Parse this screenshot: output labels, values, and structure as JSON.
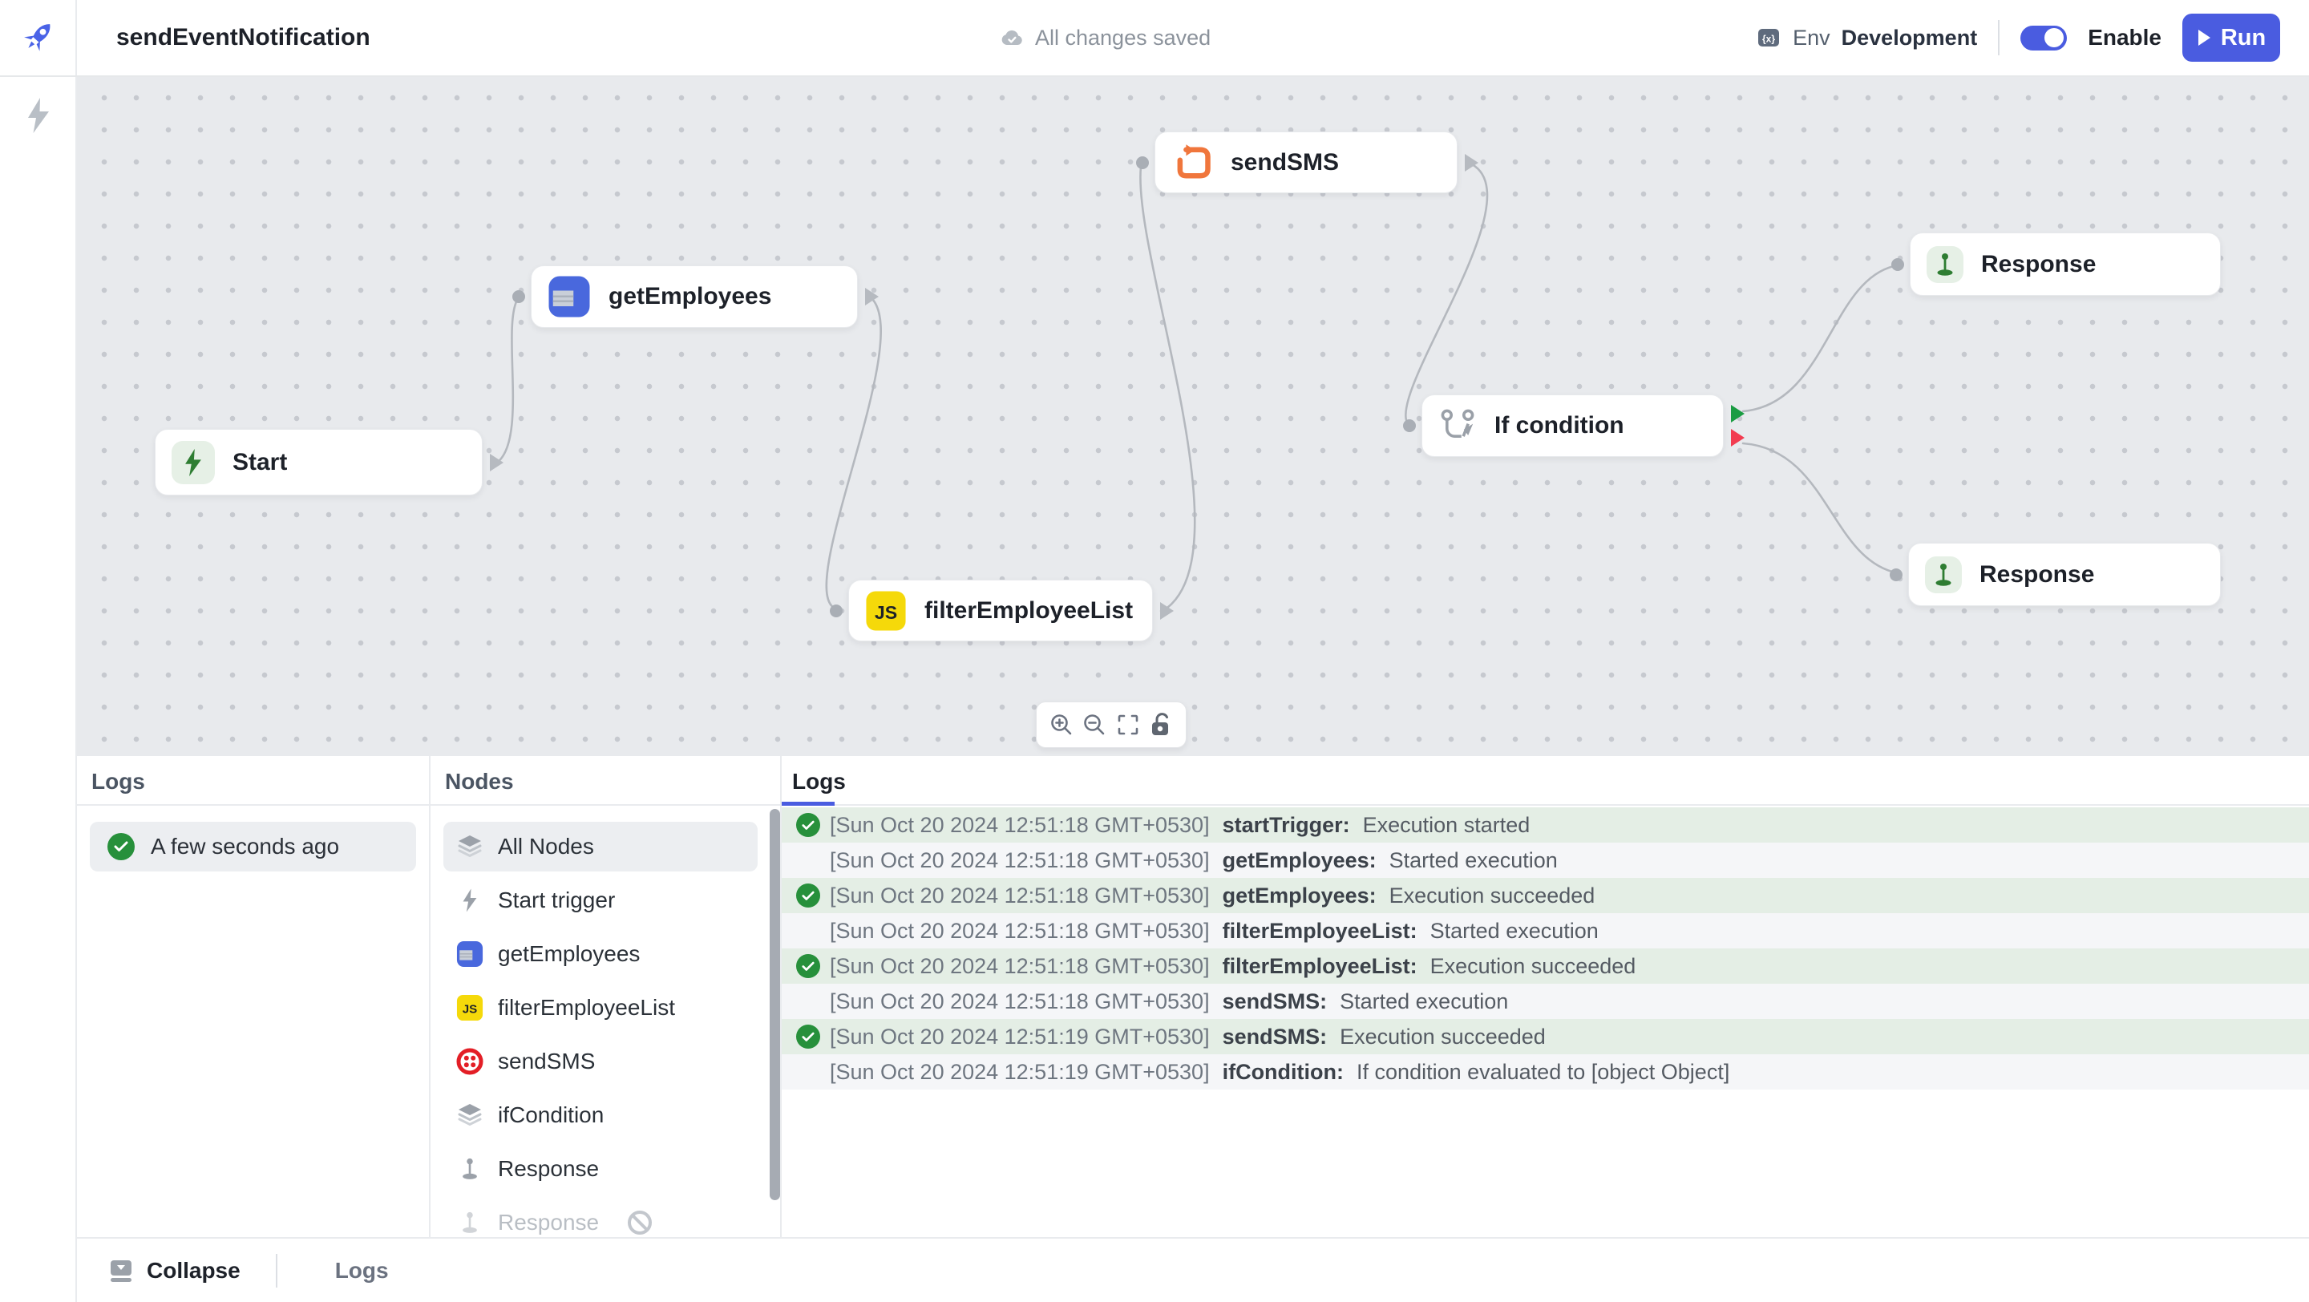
{
  "colors": {
    "accent_blue": "#4a5ce0",
    "success_green": "#27903b",
    "branch_true_green": "#1a9c42",
    "branch_false_red": "#f23c50",
    "twilio_red": "#e31e26",
    "js_yellow": "#f5d90a",
    "loop_orange": "#f0763c",
    "table_blue": "#4968dd",
    "log_success_bg": "#e4eee5",
    "log_info_bg": "#f5f6f8"
  },
  "header": {
    "title": "sendEventNotification",
    "save_status": "All changes saved",
    "env_label": "Env",
    "env_value": "Development",
    "enable_label": "Enable",
    "run_label": "Run"
  },
  "canvas": {
    "nodes": {
      "start": "Start",
      "get_employees": "getEmployees",
      "send_sms": "sendSMS",
      "filter_employee_list": "filterEmployeeList",
      "if_condition": "If condition",
      "response_true": "Response",
      "response_false": "Response"
    }
  },
  "runs_panel": {
    "header": "Logs",
    "latest_run": "A few seconds ago"
  },
  "nodes_panel": {
    "header": "Nodes",
    "items": [
      {
        "label": "All Nodes",
        "icon": "layers"
      },
      {
        "label": "Start trigger",
        "icon": "bolt"
      },
      {
        "label": "getEmployees",
        "icon": "table"
      },
      {
        "label": "filterEmployeeList",
        "icon": "js"
      },
      {
        "label": "sendSMS",
        "icon": "twilio"
      },
      {
        "label": "ifCondition",
        "icon": "layers"
      },
      {
        "label": "Response",
        "icon": "pin"
      },
      {
        "label": "Response",
        "icon": "pin-disabled"
      }
    ]
  },
  "logs_panel": {
    "tab": "Logs",
    "rows": [
      {
        "status": "success",
        "timestamp": "[Sun Oct 20 2024 12:51:18 GMT+0530]",
        "source": "startTrigger:",
        "message": "Execution started"
      },
      {
        "status": "info",
        "timestamp": "[Sun Oct 20 2024 12:51:18 GMT+0530]",
        "source": "getEmployees:",
        "message": "Started execution"
      },
      {
        "status": "success",
        "timestamp": "[Sun Oct 20 2024 12:51:18 GMT+0530]",
        "source": "getEmployees:",
        "message": "Execution succeeded"
      },
      {
        "status": "info",
        "timestamp": "[Sun Oct 20 2024 12:51:18 GMT+0530]",
        "source": "filterEmployeeList:",
        "message": "Started execution"
      },
      {
        "status": "success",
        "timestamp": "[Sun Oct 20 2024 12:51:18 GMT+0530]",
        "source": "filterEmployeeList:",
        "message": "Execution succeeded"
      },
      {
        "status": "info",
        "timestamp": "[Sun Oct 20 2024 12:51:18 GMT+0530]",
        "source": "sendSMS:",
        "message": "Started execution"
      },
      {
        "status": "success",
        "timestamp": "[Sun Oct 20 2024 12:51:19 GMT+0530]",
        "source": "sendSMS:",
        "message": "Execution succeeded"
      },
      {
        "status": "info",
        "timestamp": "[Sun Oct 20 2024 12:51:19 GMT+0530]",
        "source": "ifCondition:",
        "message": "If condition evaluated to [object Object]"
      }
    ]
  },
  "footer": {
    "collapse_label": "Collapse",
    "logs_label": "Logs"
  }
}
